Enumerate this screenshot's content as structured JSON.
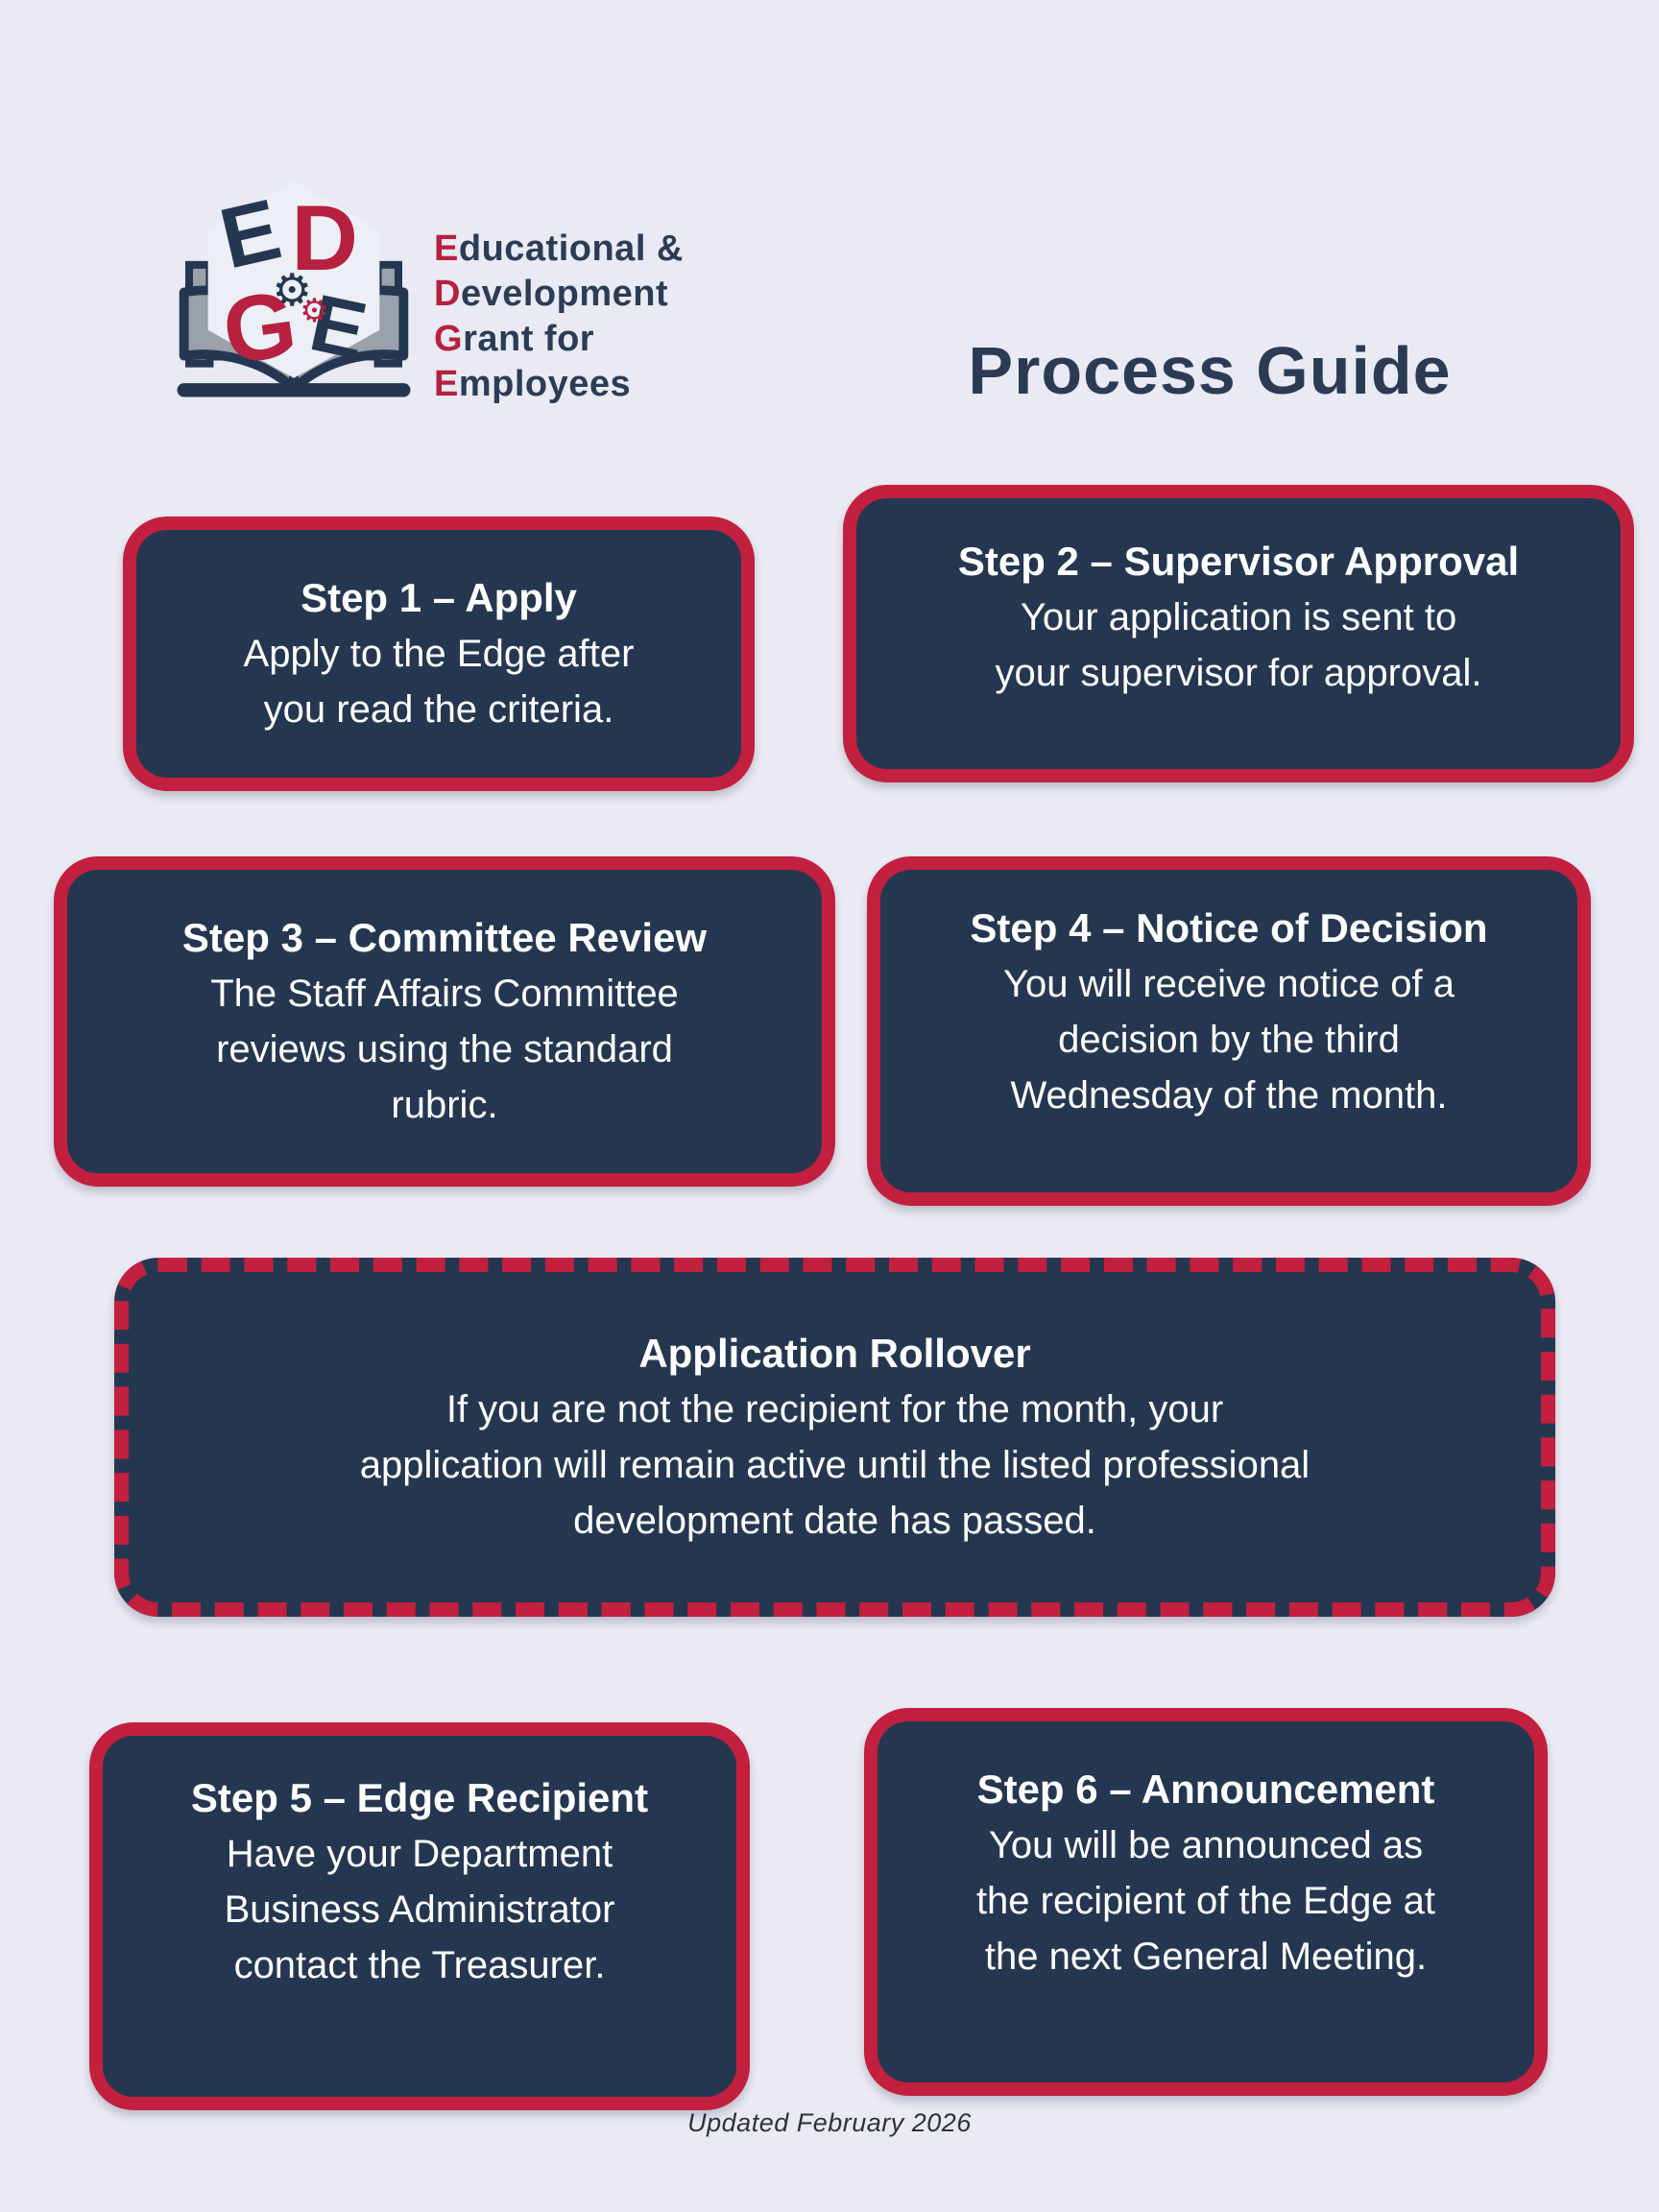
{
  "page": {
    "title": "Process Guide",
    "footer": "Updated February 2026"
  },
  "colors": {
    "background": "#e9eaf4",
    "card_navy": "#253750",
    "accent_red": "#c31f3e",
    "heading_navy": "#2b3b54",
    "logo_gray": "#9ba1ab"
  },
  "logo": {
    "letters": {
      "e1": "E",
      "d": "D",
      "g": "G",
      "e2": "E"
    },
    "gear_glyph": "⚙",
    "lines": [
      {
        "initial": "E",
        "rest": "ducational &"
      },
      {
        "initial": "D",
        "rest": "evelopment"
      },
      {
        "initial": "G",
        "rest": "rant for"
      },
      {
        "initial": "E",
        "rest": "mployees"
      }
    ]
  },
  "steps": [
    {
      "title": "Step 1 – Apply",
      "lines": [
        "Apply to the Edge after",
        "you read the criteria."
      ]
    },
    {
      "title": "Step 2 – Supervisor Approval",
      "lines": [
        "Your application is sent to",
        "your supervisor for approval."
      ]
    },
    {
      "title": "Step 3 – Committee Review",
      "lines": [
        "The Staff Affairs Committee",
        "reviews using the standard",
        "rubric."
      ]
    },
    {
      "title": "Step 4 – Notice of Decision",
      "lines": [
        "You will receive notice of a",
        "decision by the third",
        "Wednesday of the month."
      ]
    },
    {
      "title": "Step 5 – Edge Recipient",
      "lines": [
        "Have your Department",
        "Business Administrator",
        "contact the Treasurer."
      ]
    },
    {
      "title": "Step 6 – Announcement",
      "lines": [
        "You will be announced as",
        "the recipient of the Edge at",
        "the next General Meeting."
      ]
    }
  ],
  "rollover": {
    "title": "Application Rollover",
    "lines": [
      "If you are not the recipient for the month, your",
      "application will remain active until the listed professional",
      "development date has passed."
    ]
  }
}
